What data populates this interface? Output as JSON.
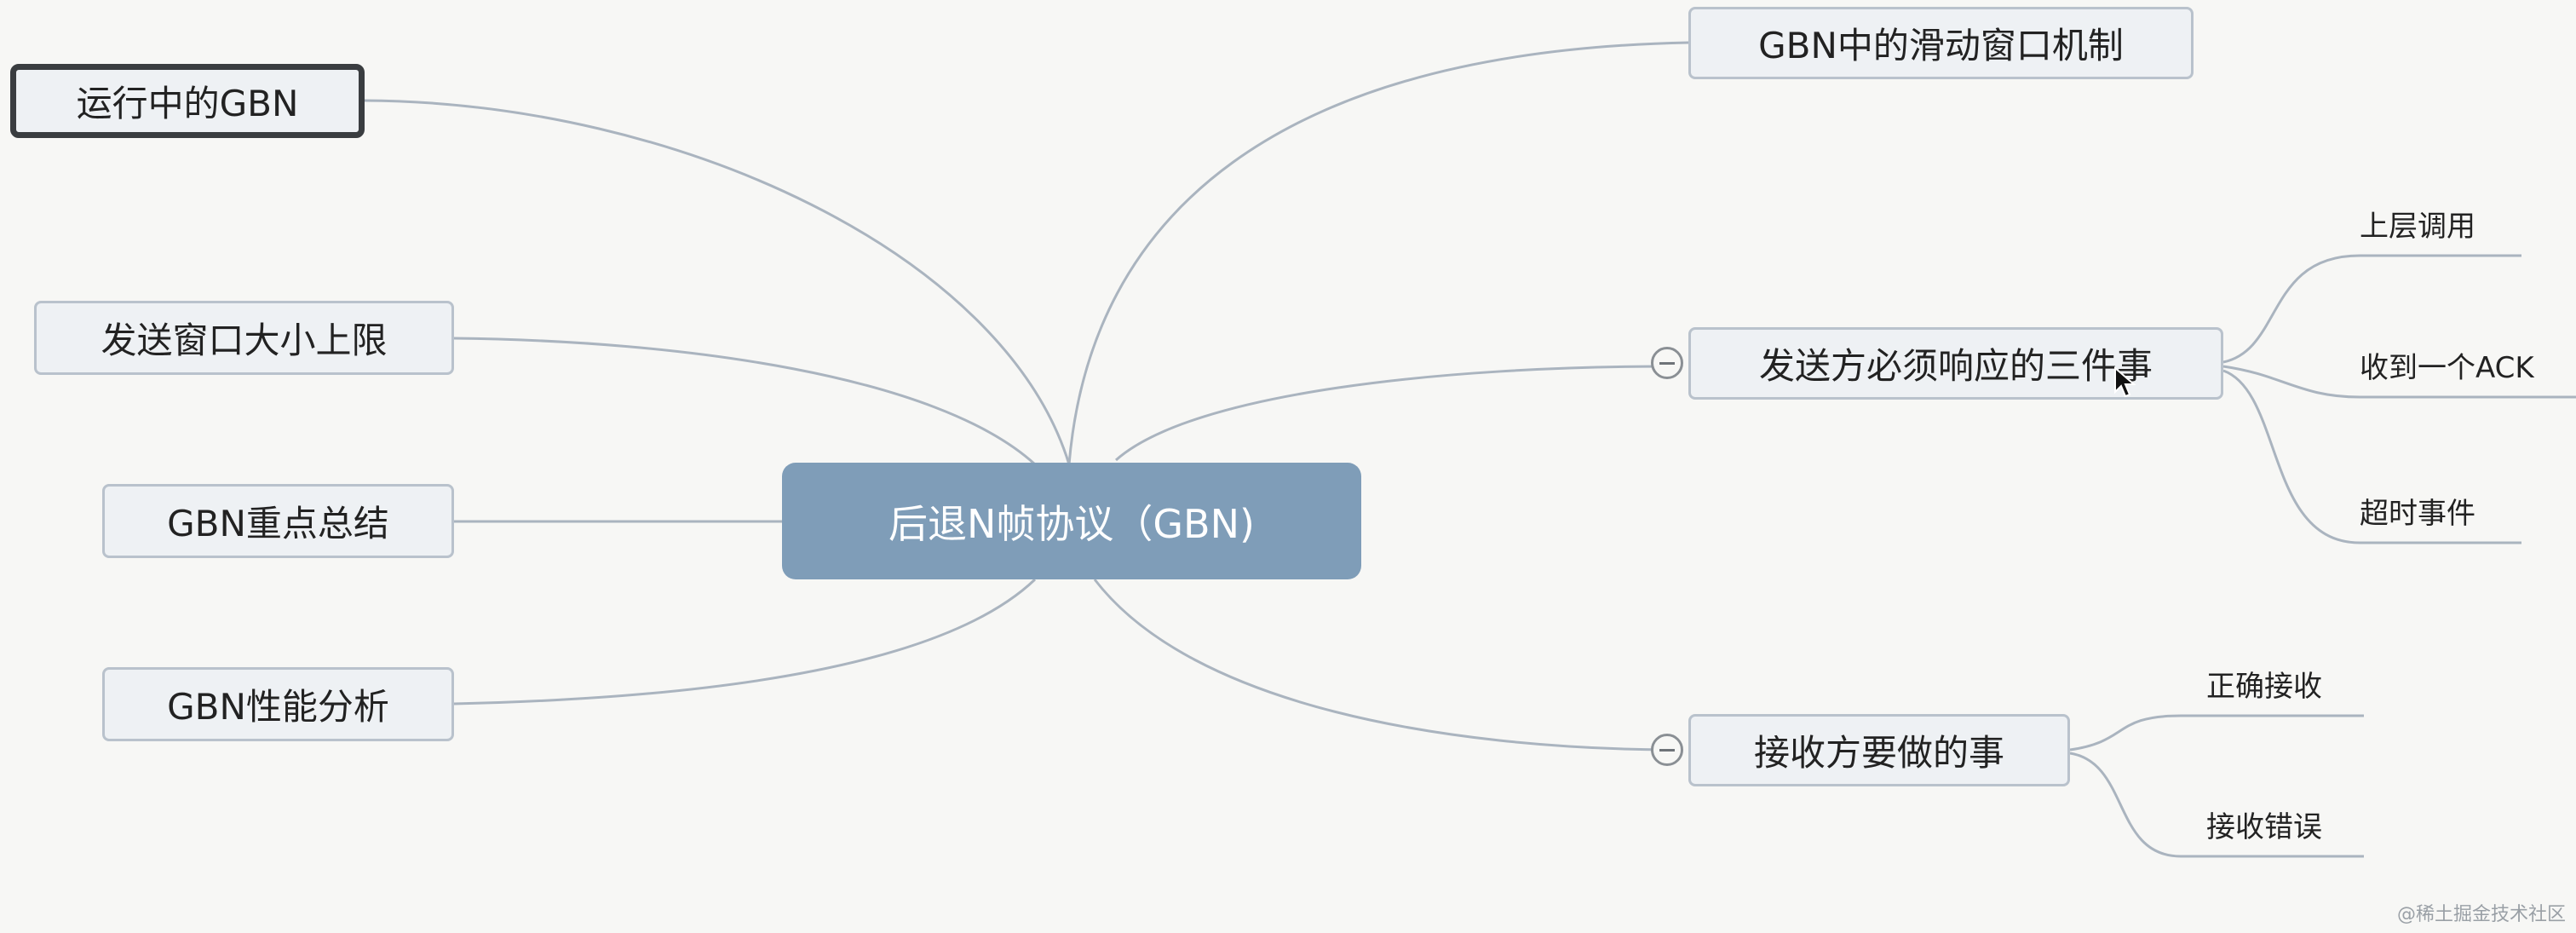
{
  "central": {
    "label": "后退N帧协议（GBN)"
  },
  "left_topics": [
    {
      "id": "running",
      "label": "运行中的GBN",
      "selected": true
    },
    {
      "id": "window-limit",
      "label": "发送窗口大小上限"
    },
    {
      "id": "summary",
      "label": "GBN重点总结"
    },
    {
      "id": "performance",
      "label": "GBN性能分析"
    }
  ],
  "right_topics": [
    {
      "id": "sliding-window",
      "label": "GBN中的滑动窗口机制"
    },
    {
      "id": "sender-events",
      "label": "发送方必须响应的三件事",
      "collapsible": true,
      "children": [
        "上层调用",
        "收到一个ACK",
        "超时事件"
      ]
    },
    {
      "id": "receiver",
      "label": "接收方要做的事",
      "collapsible": true,
      "children": [
        "正确接收",
        "接收错误"
      ]
    }
  ],
  "watermark": "@稀土掘金技术社区",
  "colors": {
    "central": "#7f9db8",
    "topic_bg": "#eef1f4",
    "topic_border": "#b9c2cc",
    "line": "#aab4bf"
  }
}
